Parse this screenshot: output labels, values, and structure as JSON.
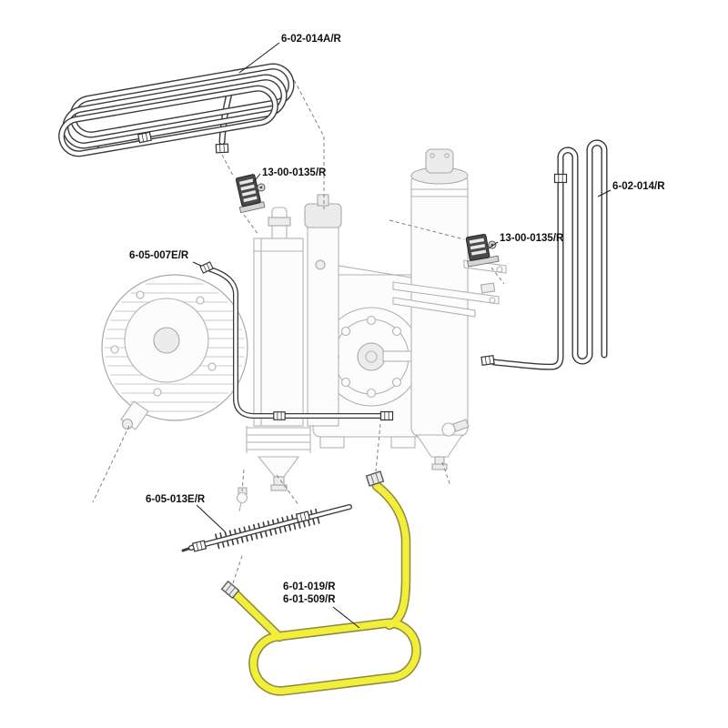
{
  "page": {
    "background": "#ffffff"
  },
  "diagram": {
    "type": "exploded-parts-diagram",
    "colors": {
      "highlight": "#f2ee3a",
      "part_line": "#3b3b3b",
      "ghost_line": "#b2b2b2",
      "label_color": "#101010"
    },
    "parts": [
      {
        "label": "6-02-014A/R",
        "name": "top-cooling-coil"
      },
      {
        "label": "13-00-0135/R",
        "name": "clamp-upper"
      },
      {
        "label": "6-05-007E/R",
        "name": "left-pipe"
      },
      {
        "label": "13-00-0135/R",
        "name": "clamp-right"
      },
      {
        "label": "6-02-014/R",
        "name": "right-cooling-coil"
      },
      {
        "label": "6-05-013E/R",
        "name": "finned-pipe"
      },
      {
        "label": "6-01-019/R",
        "name": "bottom-pipe-highlighted"
      },
      {
        "label": "6-01-509/R",
        "name": "bottom-pipe-highlighted-alt"
      }
    ]
  }
}
